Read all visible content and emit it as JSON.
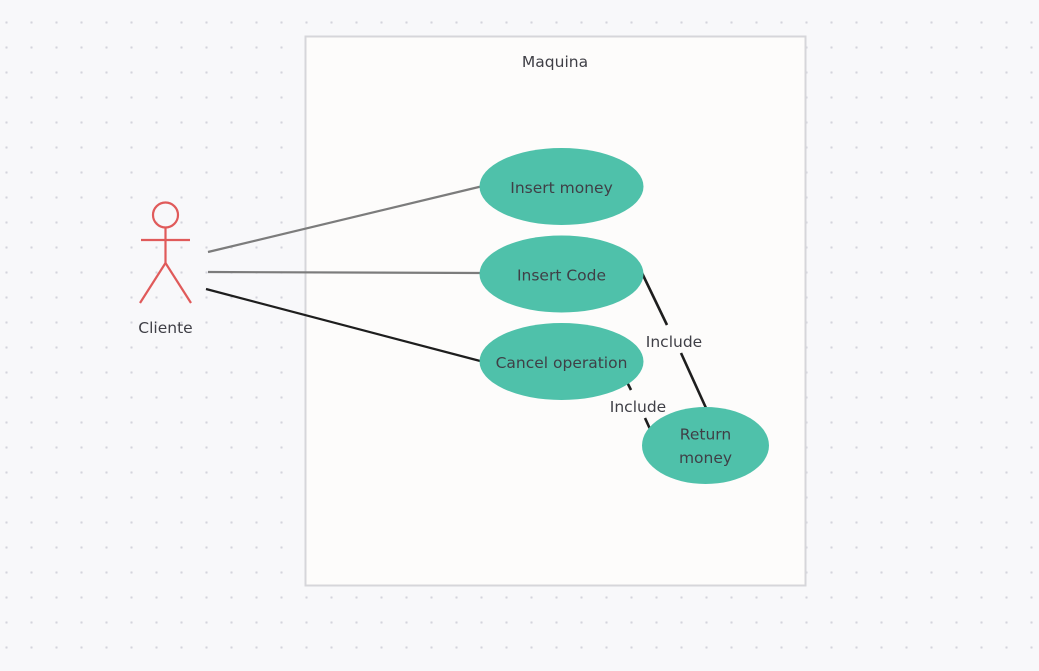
{
  "diagram": {
    "system": {
      "title": "Maquina"
    },
    "actor": {
      "name": "Cliente",
      "color": "#e05a5a"
    },
    "use_cases": {
      "insert_money": "Insert money",
      "insert_code": "Insert Code",
      "cancel_operation": "Cancel operation",
      "return_money_line1": "Return",
      "return_money_line2": "money"
    },
    "relations": {
      "include_code_return": "Include",
      "include_cancel_return": "Include"
    },
    "colors": {
      "use_case_fill": "#4fc1aa",
      "boundary_stroke": "#d6d6da",
      "boundary_fill": "#fdfcfb",
      "association_grey": "#7c7c7c",
      "association_dark": "#1e1e1e"
    }
  }
}
